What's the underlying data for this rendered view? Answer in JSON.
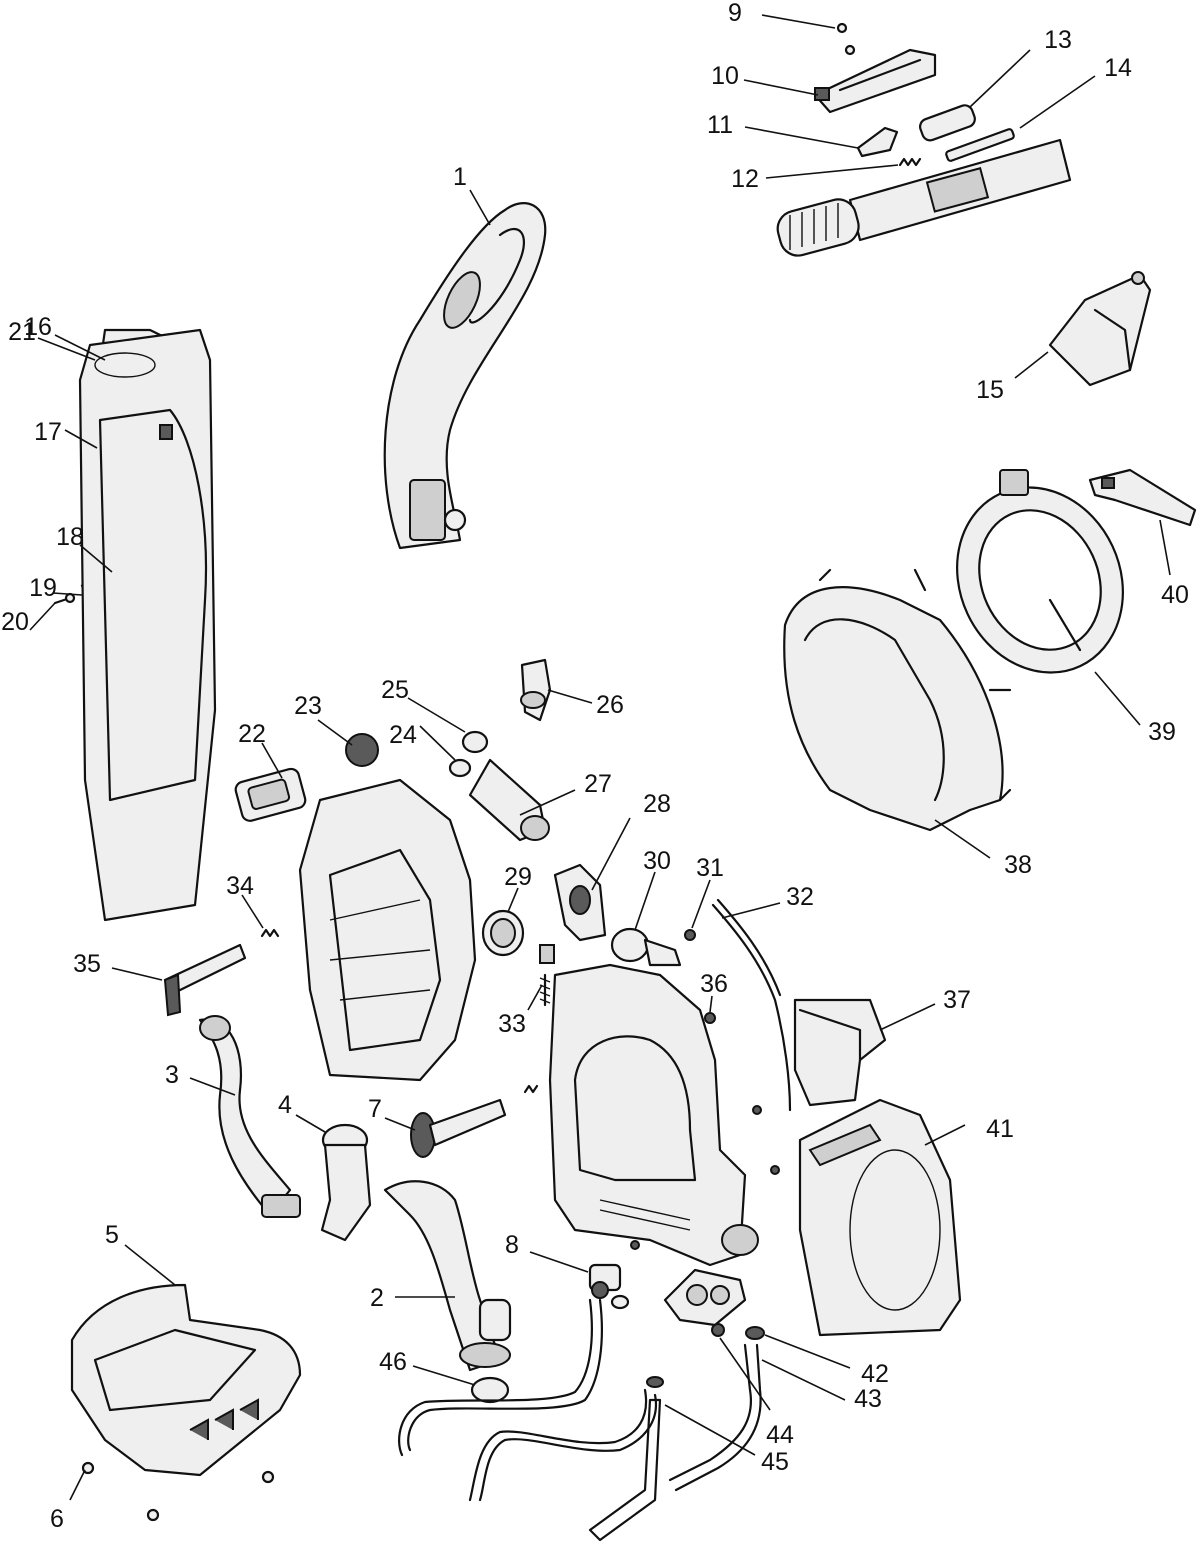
{
  "callouts": [
    {
      "id": "c1",
      "label": "1"
    },
    {
      "id": "c2",
      "label": "2"
    },
    {
      "id": "c3",
      "label": "3"
    },
    {
      "id": "c4",
      "label": "4"
    },
    {
      "id": "c5",
      "label": "5"
    },
    {
      "id": "c6",
      "label": "6"
    },
    {
      "id": "c7",
      "label": "7"
    },
    {
      "id": "c8",
      "label": "8"
    },
    {
      "id": "c9",
      "label": "9"
    },
    {
      "id": "c10",
      "label": "10"
    },
    {
      "id": "c11",
      "label": "11"
    },
    {
      "id": "c12",
      "label": "12"
    },
    {
      "id": "c13",
      "label": "13"
    },
    {
      "id": "c14",
      "label": "14"
    },
    {
      "id": "c15",
      "label": "15"
    },
    {
      "id": "c16",
      "label": "16"
    },
    {
      "id": "c17",
      "label": "17"
    },
    {
      "id": "c18",
      "label": "18"
    },
    {
      "id": "c19",
      "label": "19"
    },
    {
      "id": "c20",
      "label": "20"
    },
    {
      "id": "c21",
      "label": "21"
    },
    {
      "id": "c22",
      "label": "22"
    },
    {
      "id": "c23",
      "label": "23"
    },
    {
      "id": "c24",
      "label": "24"
    },
    {
      "id": "c25",
      "label": "25"
    },
    {
      "id": "c26",
      "label": "26"
    },
    {
      "id": "c27",
      "label": "27"
    },
    {
      "id": "c28",
      "label": "28"
    },
    {
      "id": "c29",
      "label": "29"
    },
    {
      "id": "c30",
      "label": "30"
    },
    {
      "id": "c31",
      "label": "31"
    },
    {
      "id": "c32",
      "label": "32"
    },
    {
      "id": "c33",
      "label": "33"
    },
    {
      "id": "c34",
      "label": "34"
    },
    {
      "id": "c35",
      "label": "35"
    },
    {
      "id": "c36",
      "label": "36"
    },
    {
      "id": "c37",
      "label": "37"
    },
    {
      "id": "c38",
      "label": "38"
    },
    {
      "id": "c39",
      "label": "39"
    },
    {
      "id": "c40",
      "label": "40"
    },
    {
      "id": "c41",
      "label": "41"
    },
    {
      "id": "c42",
      "label": "42"
    },
    {
      "id": "c43",
      "label": "43"
    },
    {
      "id": "c44",
      "label": "44"
    },
    {
      "id": "c45",
      "label": "45"
    },
    {
      "id": "c46",
      "label": "46"
    }
  ]
}
